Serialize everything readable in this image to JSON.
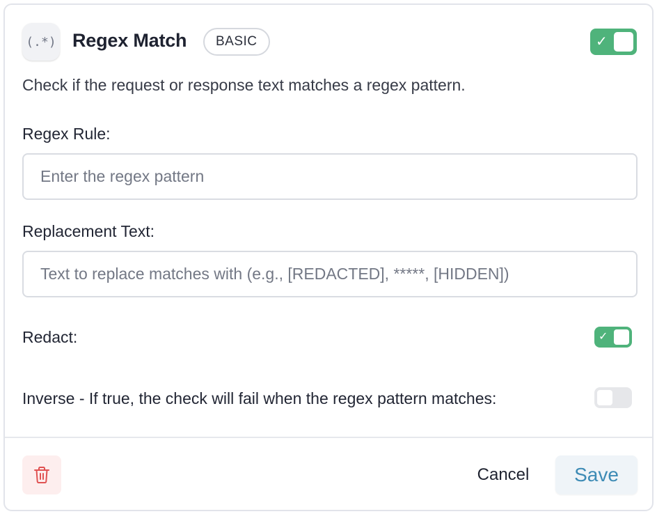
{
  "header": {
    "logo_text": "(.*)",
    "title": "Regex Match",
    "badge": "BASIC",
    "enabled": true
  },
  "description": "Check if the request or response text matches a regex pattern.",
  "fields": {
    "regex_rule": {
      "label": "Regex Rule:",
      "value": "",
      "placeholder": "Enter the regex pattern"
    },
    "replacement_text": {
      "label": "Replacement Text:",
      "value": "",
      "placeholder": "Text to replace matches with (e.g., [REDACTED], *****, [HIDDEN])"
    }
  },
  "options": {
    "redact": {
      "label": "Redact:",
      "enabled": true
    },
    "inverse": {
      "label": "Inverse - If true, the check will fail when the regex pattern matches:",
      "enabled": false
    }
  },
  "footer": {
    "delete_icon": "trash-icon",
    "cancel_label": "Cancel",
    "save_label": "Save"
  },
  "colors": {
    "toggle_on": "#4fb37b",
    "toggle_off": "#e6e7ea",
    "delete_bg": "#fdeeee",
    "delete_icon": "#e05252",
    "save_text": "#3d8bb5"
  }
}
